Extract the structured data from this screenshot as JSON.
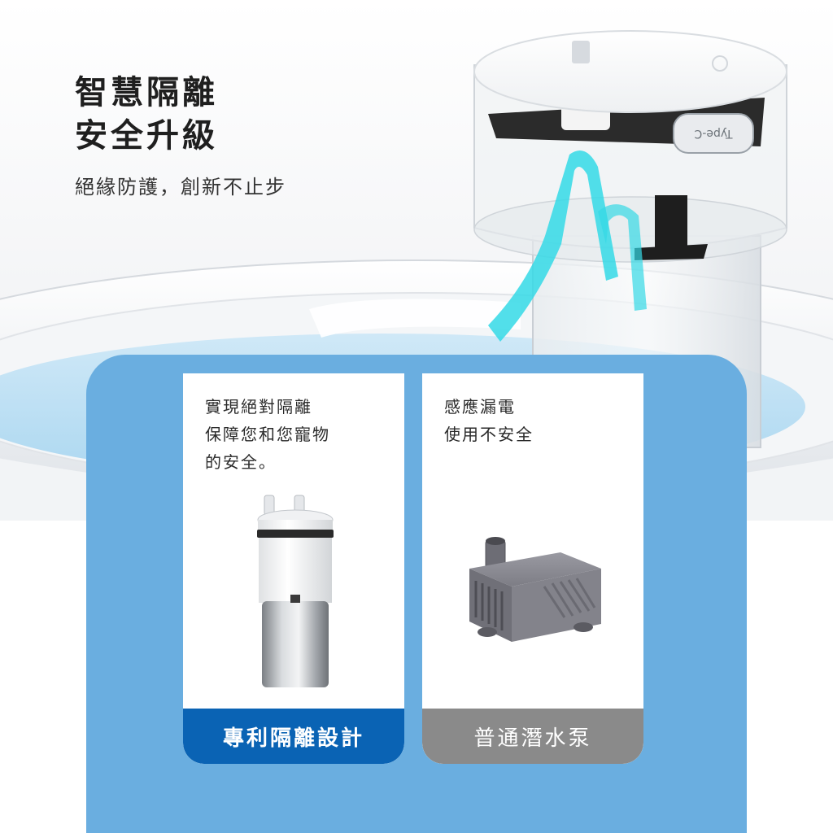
{
  "headline": {
    "line1": "智慧隔離",
    "line2": "安全升級"
  },
  "subheadline": "絕緣防護，創新不止步",
  "product_illustration": {
    "cap_label": "Type-C"
  },
  "comparison": {
    "left": {
      "lines": [
        "實現絕對隔離",
        "保障您和您寵物",
        "的安全。"
      ],
      "footer": "專利隔離設計",
      "image_icon": "isolated-pump-icon"
    },
    "right": {
      "lines": [
        "感應漏電",
        "使用不安全"
      ],
      "footer": "普通潛水泵",
      "image_icon": "submersible-pump-icon"
    }
  },
  "colors": {
    "panel_blue": "#6aaee0",
    "footer_blue": "#0a63b4",
    "footer_gray": "#8a8a8a",
    "water_cyan": "#34d9e6"
  }
}
